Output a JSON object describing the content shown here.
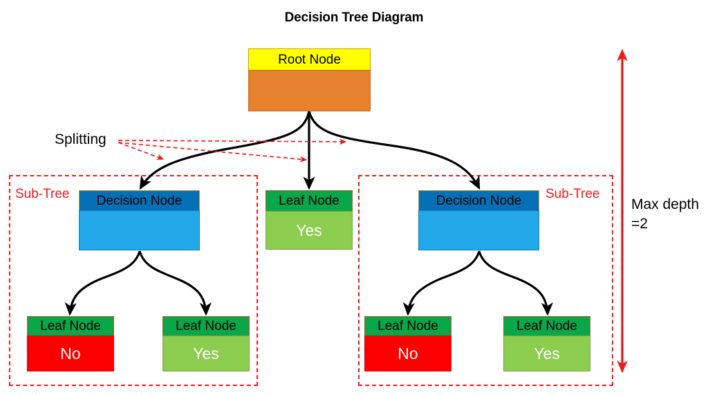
{
  "title": "Decision Tree Diagram",
  "colors": {
    "root_header": "#ffff00",
    "root_body": "#e8812e",
    "decision_header": "#0570b8",
    "decision_body": "#22a7e8",
    "leaf_header": "#0aa64a",
    "leaf_yes_body": "#8ccc4f",
    "leaf_no_body": "#fc0000",
    "annotation_red": "#f21b1b",
    "edge_black": "#000000"
  },
  "nodes": {
    "root": {
      "header": "Root Node",
      "body": ""
    },
    "decision_left": {
      "header": "Decision Node",
      "body": ""
    },
    "decision_right": {
      "header": "Decision Node",
      "body": ""
    },
    "leaf_center": {
      "header": "Leaf Node",
      "body": "Yes"
    },
    "leaf_left_left": {
      "header": "Leaf Node",
      "body": "No"
    },
    "leaf_left_right": {
      "header": "Leaf Node",
      "body": "Yes"
    },
    "leaf_right_left": {
      "header": "Leaf Node",
      "body": "No"
    },
    "leaf_right_right": {
      "header": "Leaf Node",
      "body": "Yes"
    }
  },
  "annotations": {
    "splitting": "Splitting",
    "subtree_left": "Sub-Tree",
    "subtree_right": "Sub-Tree",
    "max_depth_line1": "Max depth",
    "max_depth_line2": "=2"
  }
}
